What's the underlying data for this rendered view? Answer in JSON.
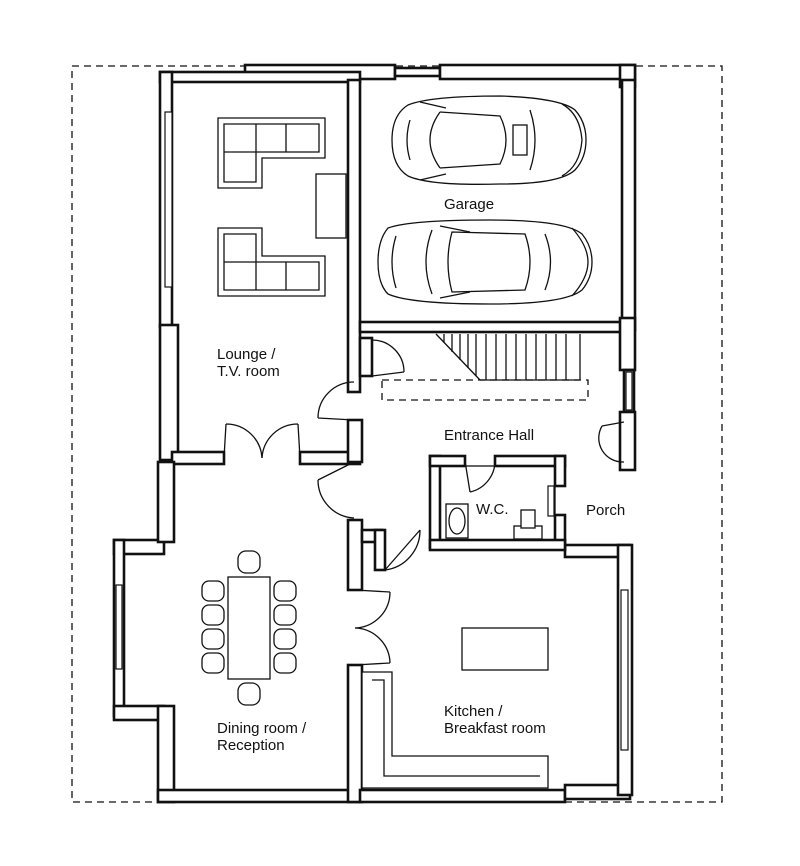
{
  "rooms": {
    "lounge": [
      "Lounge /",
      "T.V. room"
    ],
    "garage": [
      "Garage"
    ],
    "entrance_hall": [
      "Entrance Hall"
    ],
    "wc": [
      "W.C."
    ],
    "porch": [
      "Porch"
    ],
    "dining": [
      "Dining room /",
      "Reception"
    ],
    "kitchen": [
      "Kitchen /",
      "Breakfast room"
    ]
  },
  "colors": {
    "line": "#111111",
    "background": "#ffffff"
  }
}
